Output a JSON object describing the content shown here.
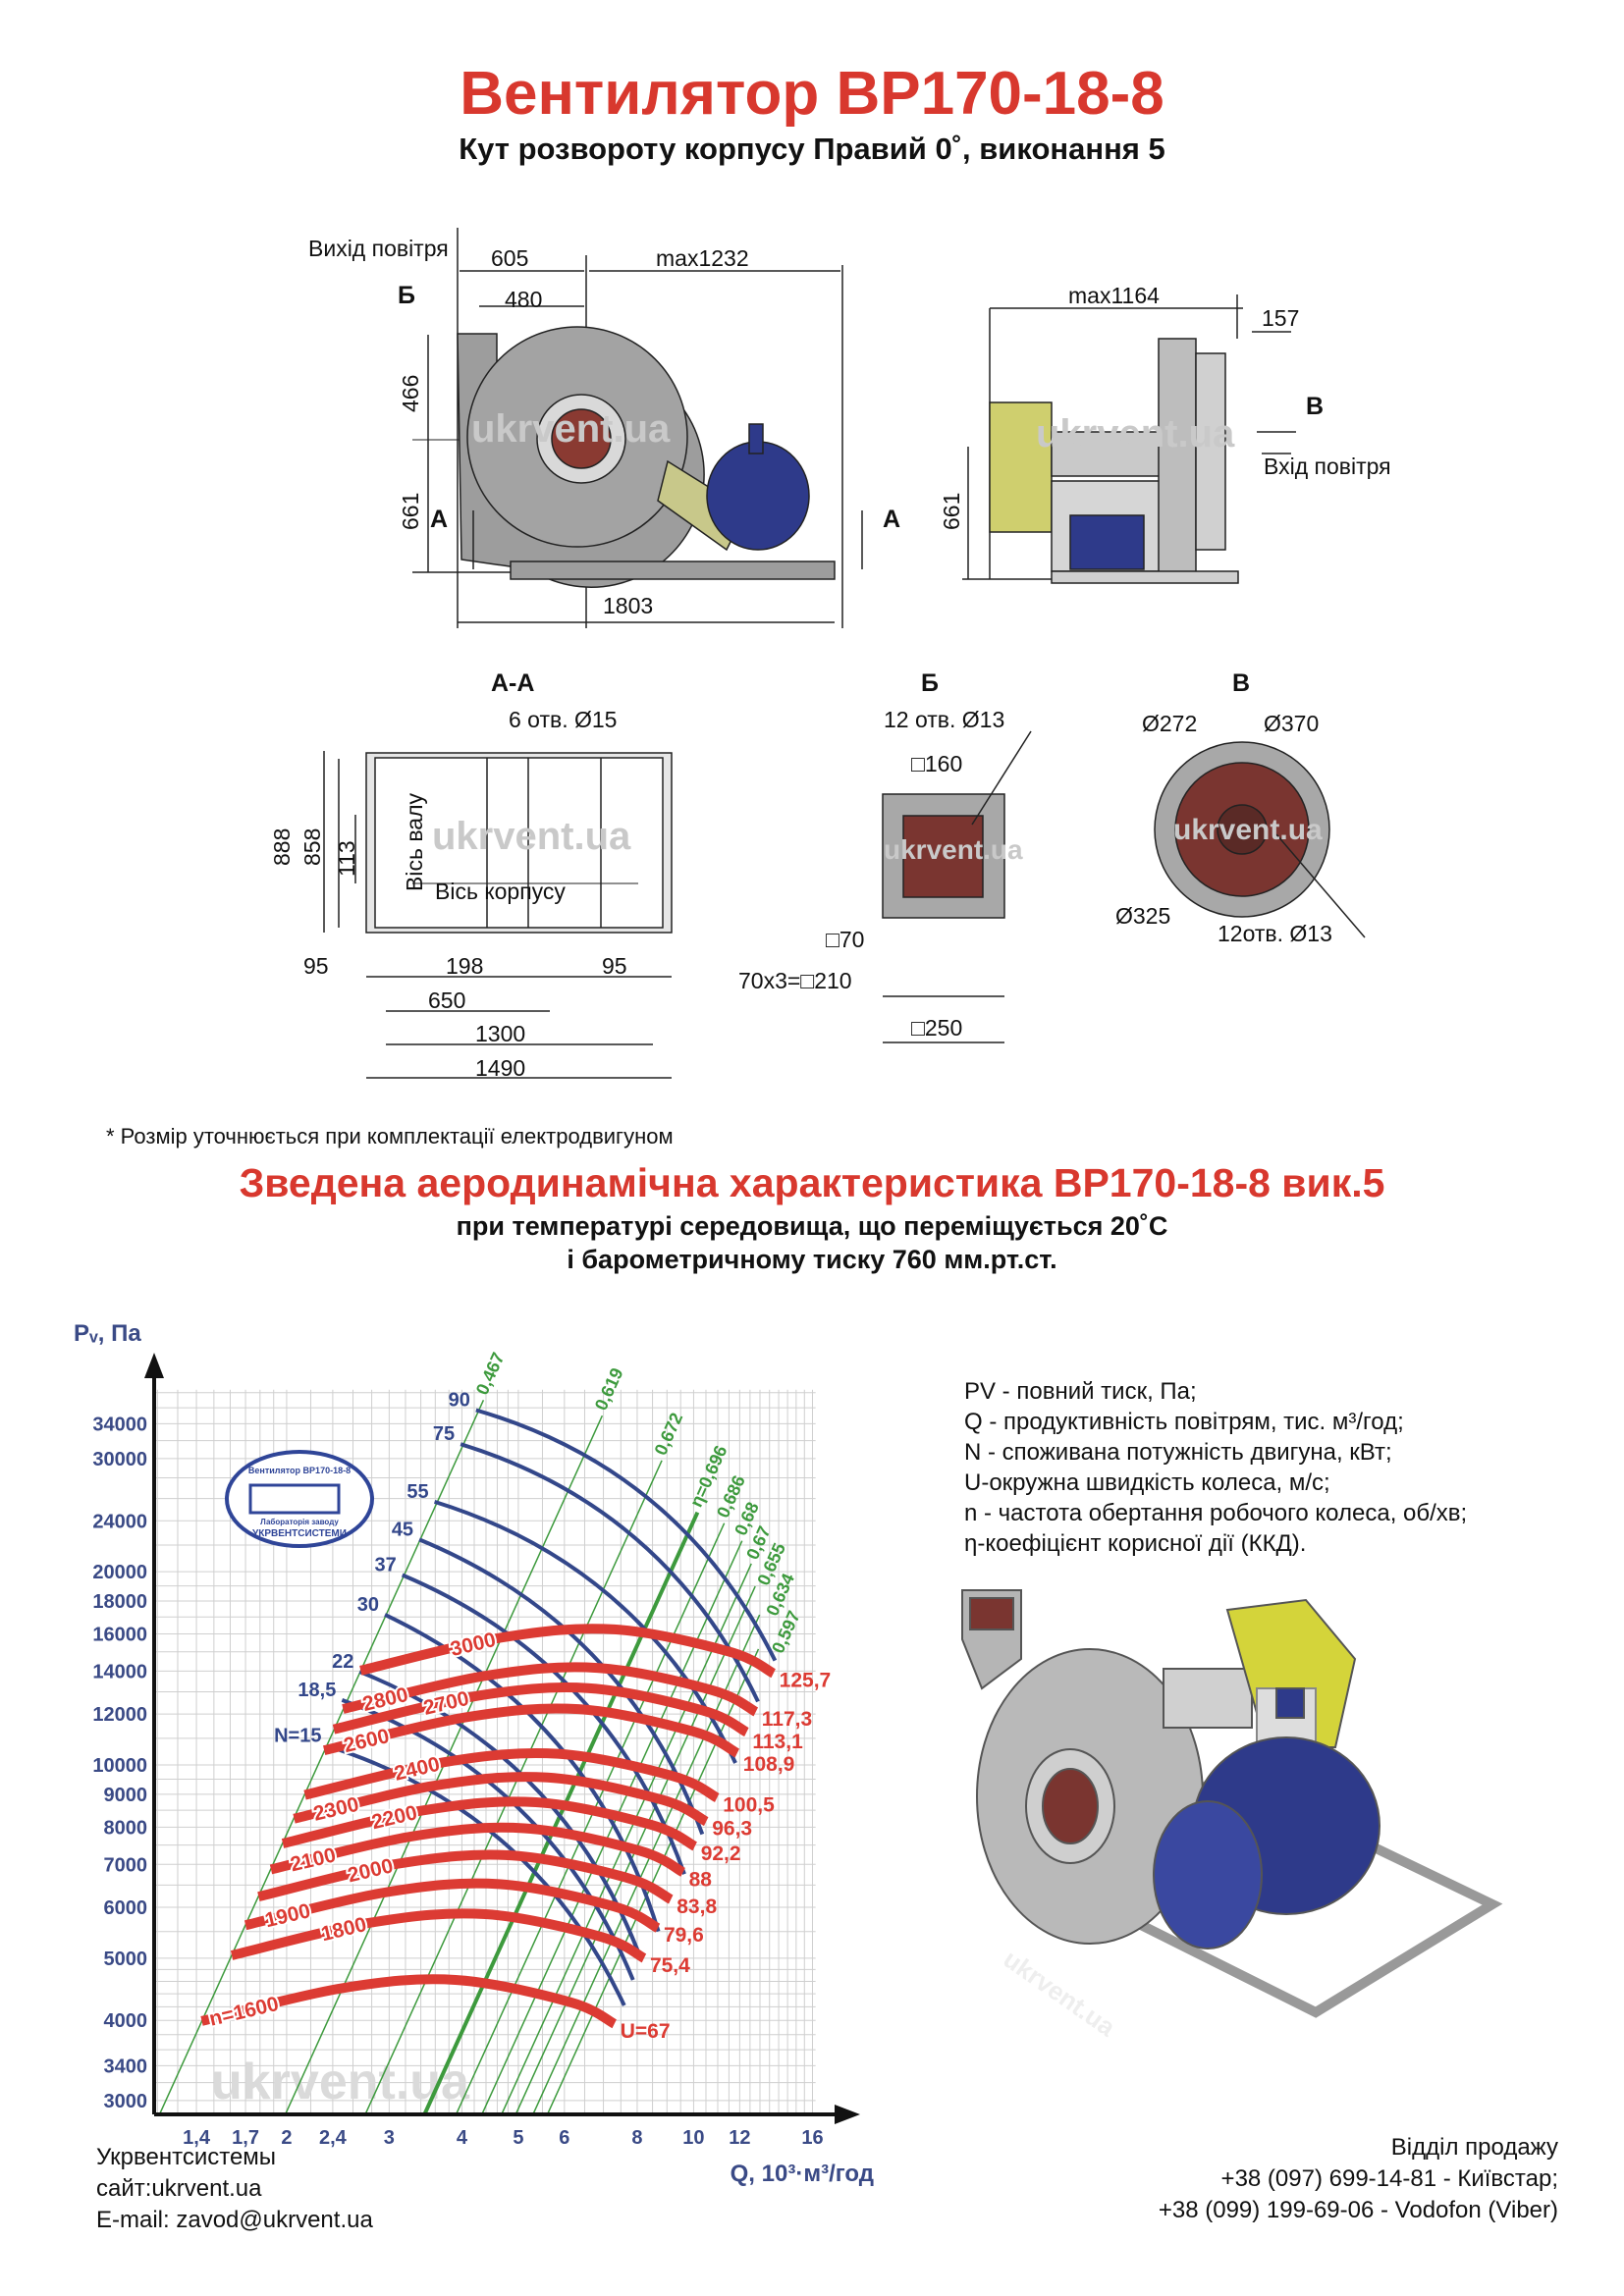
{
  "header": {
    "title": "Вентилятор ВР170-18-8",
    "subtitle": "Кут розвороту корпусу Правий 0˚, виконання 5"
  },
  "drawings": {
    "watermark": "ukrvent.ua",
    "front_view": {
      "air_outlet": "Вихід повітря",
      "dim_605": "605",
      "dim_max1232": "max1232",
      "section_b_mark": "Б",
      "dim_480": "480",
      "dim_466": "466",
      "dim_661": "661",
      "section_a_left": "А",
      "section_a_right": "А",
      "dim_1803": "1803"
    },
    "side_view": {
      "dim_max1164": "max1164",
      "dim_157": "157",
      "section_v_mark": "В",
      "air_inlet": "Вхід повітря",
      "dim_661": "661"
    },
    "section_aa": {
      "title": "А-А",
      "holes": "6 отв.  Ø15",
      "dim_888": "888",
      "dim_858": "858",
      "dim_113": "113",
      "shaft_axis": "Вісь валу",
      "housing_axis": "Вісь корпусу",
      "dim_95_left": "95",
      "dim_198": "198",
      "dim_95_right": "95",
      "dim_650": "650",
      "dim_1300": "1300",
      "dim_1490": "1490"
    },
    "section_b": {
      "title": "Б",
      "holes": "12 отв.  Ø13",
      "dim_160": "□160",
      "dim_70": "□70",
      "dim_210": "70х3=□210",
      "dim_250": "□250"
    },
    "section_v": {
      "title": "В",
      "dim_272": "Ø272",
      "dim_370": "Ø370",
      "dim_325": "Ø325",
      "holes": "12отв.  Ø13"
    },
    "footnote": "* Розмір уточнюється при комплектації електродвигуном"
  },
  "aero": {
    "title": "Зведена аеродинамічна характеристика ВР170-18-8 вик.5",
    "line1": "при температурі середовища, що переміщується 20˚С",
    "line2": "і барометричному тиску 760 мм.рт.ст."
  },
  "stamp": {
    "top": "Вентилятор ВР170-18-8",
    "middle": "Лабораторія заводу",
    "bottom": "УКРВЕНТСИСТЕМИ"
  },
  "legend": [
    "PV - повний тиск, Па;",
    "Q - продуктивність повітрям, тис. м³/год;",
    "N - споживана потужність двигуна, кВт;",
    "U-окружна швидкість колеса, м/с;",
    "n - частота обертання робочого колеса, об/хв;",
    "η-коефіцієнт корисної дії (ККД)."
  ],
  "footer": {
    "company": "Укрвентсистемы",
    "site": "сайт:ukrvent.ua",
    "email": "E-mail: zavod@ukrvent.ua",
    "sales": "Відділ продажу",
    "phone1": "+38 (097) 699-14-81 - Київстар;",
    "phone2": "+38 (099) 199-69-06 - Vodofon (Viber)"
  },
  "colors": {
    "title_red": "#d8382e",
    "speed_curve": "#dc3b33",
    "power_curve": "#33478a",
    "efficiency_line": "#3d9a3d",
    "axis_text": "#3a4a86",
    "grid": "#cfcfcf"
  },
  "chart_data": {
    "type": "line",
    "scale": "log-log",
    "xlabel": "Q, 10³·м³/год",
    "ylabel": "Pᵥ, Па",
    "xlim": [
      1.18,
      16.2
    ],
    "ylim": [
      2855,
      38400
    ],
    "grid": true,
    "x_ticks": [
      {
        "v": 1.4,
        "label": "1,4"
      },
      {
        "v": 1.7,
        "label": "1,7"
      },
      {
        "v": 2,
        "label": "2"
      },
      {
        "v": 2.4,
        "label": "2,4"
      },
      {
        "v": 3,
        "label": "3"
      },
      {
        "v": 4,
        "label": "4"
      },
      {
        "v": 5,
        "label": "5"
      },
      {
        "v": 6,
        "label": "6"
      },
      {
        "v": 8,
        "label": "8"
      },
      {
        "v": 10,
        "label": "10"
      },
      {
        "v": 12,
        "label": "12"
      },
      {
        "v": 16,
        "label": "16"
      }
    ],
    "y_ticks": [
      {
        "v": 3000,
        "label": "3000"
      },
      {
        "v": 3400,
        "label": "3400"
      },
      {
        "v": 4000,
        "label": "4000"
      },
      {
        "v": 5000,
        "label": "5000"
      },
      {
        "v": 6000,
        "label": "6000"
      },
      {
        "v": 7000,
        "label": "7000"
      },
      {
        "v": 8000,
        "label": "8000"
      },
      {
        "v": 9000,
        "label": "9000"
      },
      {
        "v": 10000,
        "label": "10000"
      },
      {
        "v": 12000,
        "label": "12000"
      },
      {
        "v": 14000,
        "label": "14000"
      },
      {
        "v": 16000,
        "label": "16000"
      },
      {
        "v": 18000,
        "label": "18000"
      },
      {
        "v": 20000,
        "label": "20000"
      },
      {
        "v": 24000,
        "label": "24000"
      },
      {
        "v": 30000,
        "label": "30000"
      },
      {
        "v": 34000,
        "label": "34000"
      }
    ],
    "speed_curves": [
      {
        "label": "n=1600",
        "u_label": "U=67",
        "points": [
          [
            1.43,
            3990
          ],
          [
            2.49,
            4490
          ],
          [
            3.9,
            4625
          ],
          [
            6.14,
            4270
          ],
          [
            7.31,
            3950
          ]
        ]
      },
      {
        "label": "1800",
        "u_label": "75,4",
        "points": [
          [
            1.61,
            5050
          ],
          [
            2.8,
            5683
          ],
          [
            4.39,
            5854
          ],
          [
            6.91,
            5404
          ],
          [
            8.22,
            4999
          ]
        ]
      },
      {
        "label": "1900",
        "u_label": "79,6",
        "points": [
          [
            1.7,
            5627
          ],
          [
            2.96,
            6332
          ],
          [
            4.63,
            6522
          ],
          [
            7.29,
            6021
          ],
          [
            8.68,
            5570
          ]
        ]
      },
      {
        "label": "2000",
        "u_label": "83,8",
        "points": [
          [
            1.79,
            6234
          ],
          [
            3.11,
            7016
          ],
          [
            4.88,
            7227
          ],
          [
            7.68,
            6672
          ],
          [
            9.14,
            6172
          ]
        ]
      },
      {
        "label": "2100",
        "u_label": "88",
        "points": [
          [
            1.88,
            6873
          ],
          [
            3.27,
            7735
          ],
          [
            5.12,
            7968
          ],
          [
            8.06,
            7356
          ],
          [
            9.59,
            6804
          ]
        ]
      },
      {
        "label": "2200",
        "u_label": "92,2",
        "points": [
          [
            1.97,
            7543
          ],
          [
            3.42,
            8489
          ],
          [
            5.36,
            8745
          ],
          [
            8.44,
            8073
          ],
          [
            10.05,
            7468
          ]
        ]
      },
      {
        "label": "2300",
        "u_label": "96,3",
        "points": [
          [
            2.06,
            8245
          ],
          [
            3.58,
            9278
          ],
          [
            5.61,
            9558
          ],
          [
            8.83,
            8824
          ],
          [
            10.51,
            8162
          ]
        ]
      },
      {
        "label": "2400",
        "u_label": "100,5",
        "points": [
          [
            2.15,
            8978
          ],
          [
            3.74,
            10103
          ],
          [
            5.85,
            10406
          ],
          [
            9.21,
            9608
          ],
          [
            10.97,
            8888
          ]
        ]
      },
      {
        "label": "2600",
        "u_label": "108,9",
        "points": [
          [
            2.32,
            10536
          ],
          [
            4.05,
            11857
          ],
          [
            6.34,
            12213
          ],
          [
            9.98,
            11276
          ],
          [
            11.88,
            10431
          ]
        ]
      },
      {
        "label": "2700",
        "u_label": "113,1",
        "points": [
          [
            2.41,
            11362
          ],
          [
            4.2,
            12786
          ],
          [
            6.58,
            13170
          ],
          [
            10.36,
            12160
          ],
          [
            12.33,
            11248
          ]
        ]
      },
      {
        "label": "2800",
        "u_label": "117,3",
        "points": [
          [
            2.5,
            12219
          ],
          [
            4.36,
            13751
          ],
          [
            6.83,
            14164
          ],
          [
            10.75,
            13077
          ],
          [
            12.79,
            12097
          ]
        ]
      },
      {
        "label": "3000",
        "u_label": "125,7",
        "points": [
          [
            2.68,
            14027
          ],
          [
            4.67,
            15785
          ],
          [
            7.31,
            16260
          ],
          [
            11.51,
            15012
          ],
          [
            13.71,
            13887
          ]
        ]
      }
    ],
    "power_curves": [
      {
        "label": "N=15",
        "start": [
          2.35,
          10700
        ],
        "end": [
          7.6,
          4220
        ]
      },
      {
        "label": "18,5",
        "start": [
          2.49,
          12620
        ],
        "end": [
          7.87,
          4625
        ]
      },
      {
        "label": "22",
        "start": [
          2.67,
          13970
        ],
        "end": [
          8.13,
          4970
        ]
      },
      {
        "label": "30",
        "start": [
          2.95,
          17140
        ],
        "end": [
          8.7,
          5505
        ]
      },
      {
        "label": "37",
        "start": [
          3.16,
          19760
        ],
        "end": [
          9.64,
          6760
        ]
      },
      {
        "label": "45",
        "start": [
          3.38,
          22440
        ],
        "end": [
          10.35,
          7800
        ]
      },
      {
        "label": "55",
        "start": [
          3.59,
          25700
        ],
        "end": [
          11.8,
          10070
        ]
      },
      {
        "label": "75",
        "start": [
          3.98,
          31600
        ],
        "end": [
          12.9,
          12550
        ]
      },
      {
        "label": "90",
        "start": [
          4.23,
          35700
        ],
        "end": [
          13.8,
          14540
        ]
      }
    ],
    "efficiency_lines": [
      {
        "label": "0,467",
        "q_at_ymin": 1.21,
        "p_max": 37000,
        "bold": false
      },
      {
        "label": "0,619",
        "q_at_ymin": 1.99,
        "p_max": 35000,
        "bold": false
      },
      {
        "label": "0,672",
        "q_at_ymin": 2.73,
        "p_max": 29800,
        "bold": false
      },
      {
        "label": "η=0,696",
        "q_at_ymin": 3.45,
        "p_max": 24740,
        "bold": true
      },
      {
        "label": "0,686",
        "q_at_ymin": 3.91,
        "p_max": 23800,
        "bold": false
      },
      {
        "label": "0,68",
        "q_at_ymin": 4.33,
        "p_max": 22340,
        "bold": false
      },
      {
        "label": "0,67",
        "q_at_ymin": 4.68,
        "p_max": 20580,
        "bold": false
      },
      {
        "label": "0,655",
        "q_at_ymin": 4.95,
        "p_max": 18970,
        "bold": false
      },
      {
        "label": "0,634",
        "q_at_ymin": 5.3,
        "p_max": 17130,
        "bold": false
      },
      {
        "label": "0,597",
        "q_at_ymin": 5.61,
        "p_max": 15150,
        "bold": false
      }
    ]
  }
}
